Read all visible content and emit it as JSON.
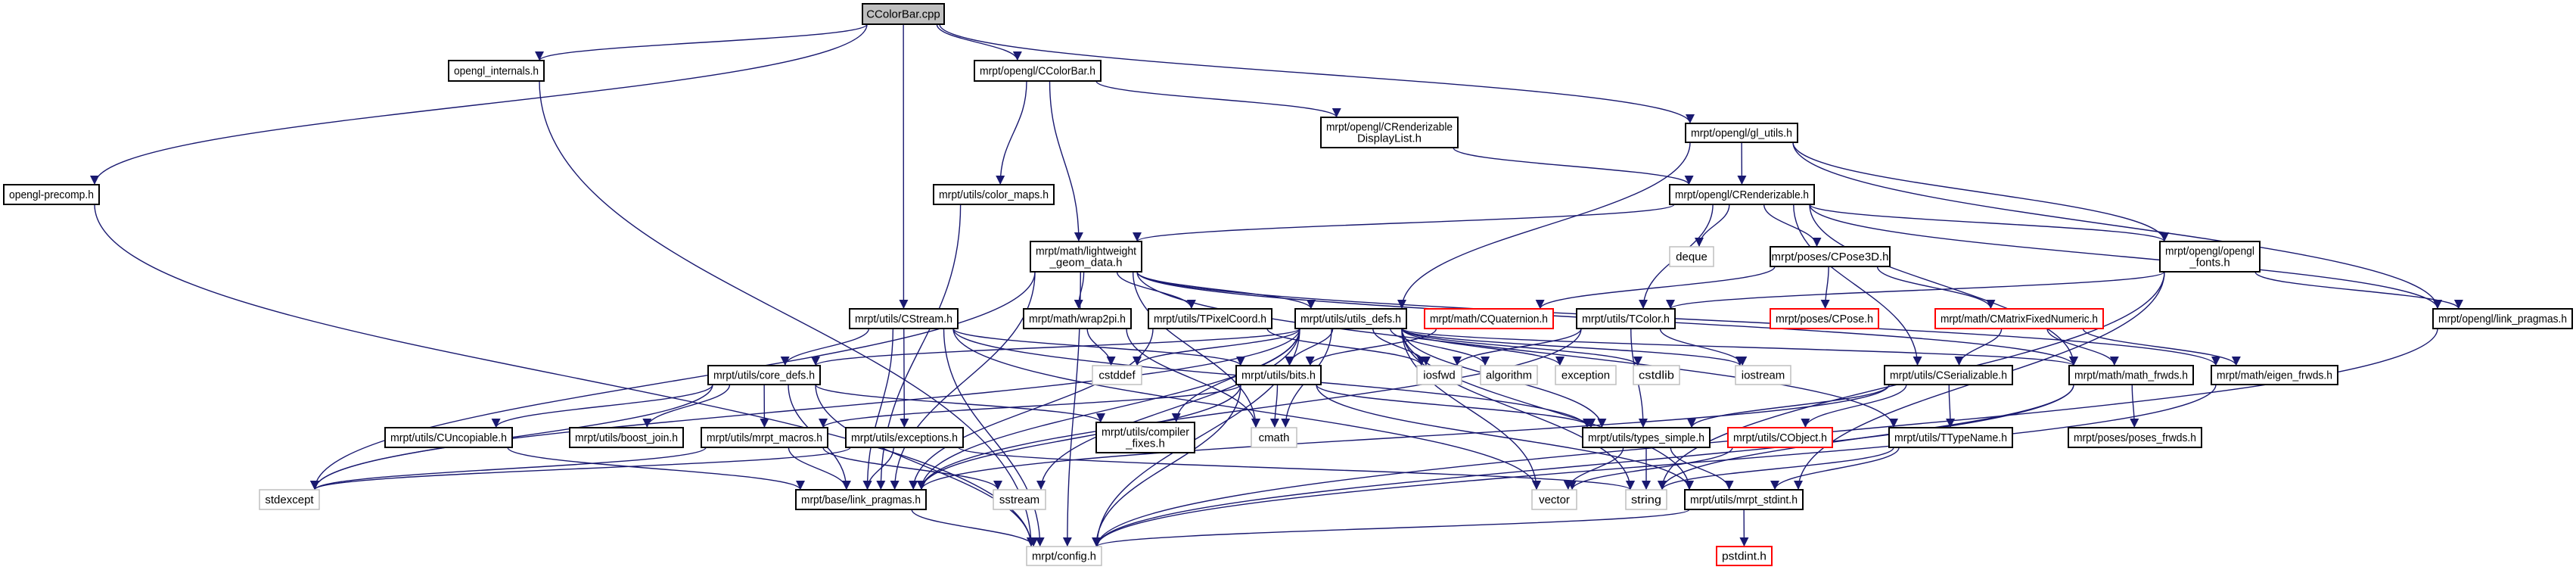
{
  "title": "CColorBar.cpp",
  "colors": {
    "edge": "#191970",
    "root_fill": "#bfbfbf",
    "normal_border": "#000000",
    "external_border": "#bfbfbf",
    "missing_border": "#ff0000"
  },
  "nodes": [
    {
      "id": "root",
      "kind": "root",
      "lines": [
        "CColorBar.cpp"
      ]
    },
    {
      "id": "opengl_internals",
      "kind": "normal",
      "lines": [
        "opengl_internals.h"
      ]
    },
    {
      "id": "CColorBar_h",
      "kind": "normal",
      "lines": [
        "mrpt/opengl/CColorBar.h"
      ]
    },
    {
      "id": "CRenderizableDisplayList",
      "kind": "normal",
      "lines": [
        "mrpt/opengl/CRenderizable",
        "DisplayList.h"
      ]
    },
    {
      "id": "gl_utils",
      "kind": "normal",
      "lines": [
        "mrpt/opengl/gl_utils.h"
      ]
    },
    {
      "id": "opengl_precomp",
      "kind": "normal",
      "lines": [
        "opengl-precomp.h"
      ]
    },
    {
      "id": "color_maps",
      "kind": "normal",
      "lines": [
        "mrpt/utils/color_maps.h"
      ]
    },
    {
      "id": "CRenderizable",
      "kind": "normal",
      "lines": [
        "mrpt/opengl/CRenderizable.h"
      ]
    },
    {
      "id": "lightweight",
      "kind": "normal",
      "lines": [
        "mrpt/math/lightweight",
        "_geom_data.h"
      ]
    },
    {
      "id": "deque",
      "kind": "external",
      "lines": [
        "deque"
      ]
    },
    {
      "id": "CPose3D",
      "kind": "normal",
      "lines": [
        "mrpt/poses/CPose3D.h"
      ]
    },
    {
      "id": "opengl_fonts",
      "kind": "normal",
      "lines": [
        "mrpt/opengl/opengl",
        "_fonts.h"
      ]
    },
    {
      "id": "CStream",
      "kind": "normal",
      "lines": [
        "mrpt/utils/CStream.h"
      ]
    },
    {
      "id": "wrap2pi",
      "kind": "normal",
      "lines": [
        "mrpt/math/wrap2pi.h"
      ]
    },
    {
      "id": "TPixelCoord",
      "kind": "normal",
      "lines": [
        "mrpt/utils/TPixelCoord.h"
      ]
    },
    {
      "id": "utils_defs",
      "kind": "normal",
      "lines": [
        "mrpt/utils/utils_defs.h"
      ]
    },
    {
      "id": "CQuaternion",
      "kind": "missing",
      "lines": [
        "mrpt/math/CQuaternion.h"
      ]
    },
    {
      "id": "TColor",
      "kind": "normal",
      "lines": [
        "mrpt/utils/TColor.h"
      ]
    },
    {
      "id": "CPose",
      "kind": "missing",
      "lines": [
        "mrpt/poses/CPose.h"
      ]
    },
    {
      "id": "CMatrixFixedNumeric",
      "kind": "missing",
      "lines": [
        "mrpt/math/CMatrixFixedNumeric.h"
      ]
    },
    {
      "id": "opengl_link_pragmas",
      "kind": "normal",
      "lines": [
        "mrpt/opengl/link_pragmas.h"
      ]
    },
    {
      "id": "core_defs",
      "kind": "normal",
      "lines": [
        "mrpt/utils/core_defs.h"
      ]
    },
    {
      "id": "cstddef",
      "kind": "external",
      "lines": [
        "cstddef"
      ]
    },
    {
      "id": "bits",
      "kind": "normal",
      "lines": [
        "mrpt/utils/bits.h"
      ]
    },
    {
      "id": "iosfwd",
      "kind": "external",
      "lines": [
        "iosfwd"
      ]
    },
    {
      "id": "algorithm",
      "kind": "external",
      "lines": [
        "algorithm"
      ]
    },
    {
      "id": "exception",
      "kind": "external",
      "lines": [
        "exception"
      ]
    },
    {
      "id": "cstdlib",
      "kind": "external",
      "lines": [
        "cstdlib"
      ]
    },
    {
      "id": "iostream",
      "kind": "external",
      "lines": [
        "iostream"
      ]
    },
    {
      "id": "CSerializable",
      "kind": "normal",
      "lines": [
        "mrpt/utils/CSerializable.h"
      ]
    },
    {
      "id": "math_frwds",
      "kind": "normal",
      "lines": [
        "mrpt/math/math_frwds.h"
      ]
    },
    {
      "id": "eigen_frwds",
      "kind": "normal",
      "lines": [
        "mrpt/math/eigen_frwds.h"
      ]
    },
    {
      "id": "CUncopiable",
      "kind": "normal",
      "lines": [
        "mrpt/utils/CUncopiable.h"
      ]
    },
    {
      "id": "boost_join",
      "kind": "normal",
      "lines": [
        "mrpt/utils/boost_join.h"
      ]
    },
    {
      "id": "mrpt_macros",
      "kind": "normal",
      "lines": [
        "mrpt/utils/mrpt_macros.h"
      ]
    },
    {
      "id": "exceptions",
      "kind": "normal",
      "lines": [
        "mrpt/utils/exceptions.h"
      ]
    },
    {
      "id": "compiler_fixes",
      "kind": "normal",
      "lines": [
        "mrpt/utils/compiler",
        "_fixes.h"
      ]
    },
    {
      "id": "cmath",
      "kind": "external",
      "lines": [
        "cmath"
      ]
    },
    {
      "id": "types_simple",
      "kind": "normal",
      "lines": [
        "mrpt/utils/types_simple.h"
      ]
    },
    {
      "id": "CObject",
      "kind": "missing",
      "lines": [
        "mrpt/utils/CObject.h"
      ]
    },
    {
      "id": "TTypeName",
      "kind": "normal",
      "lines": [
        "mrpt/utils/TTypeName.h"
      ]
    },
    {
      "id": "poses_frwds",
      "kind": "normal",
      "lines": [
        "mrpt/poses/poses_frwds.h"
      ]
    },
    {
      "id": "stdexcept",
      "kind": "external",
      "lines": [
        "stdexcept"
      ]
    },
    {
      "id": "base_link_pragmas",
      "kind": "normal",
      "lines": [
        "mrpt/base/link_pragmas.h"
      ]
    },
    {
      "id": "sstream",
      "kind": "external",
      "lines": [
        "sstream"
      ]
    },
    {
      "id": "vector",
      "kind": "external",
      "lines": [
        "vector"
      ]
    },
    {
      "id": "string",
      "kind": "external",
      "lines": [
        "string"
      ]
    },
    {
      "id": "mrpt_stdint",
      "kind": "normal",
      "lines": [
        "mrpt/utils/mrpt_stdint.h"
      ]
    },
    {
      "id": "config",
      "kind": "external",
      "lines": [
        "mrpt/config.h"
      ]
    },
    {
      "id": "pstdint",
      "kind": "missing",
      "lines": [
        "pstdint.h"
      ]
    }
  ],
  "edges": [
    [
      "root",
      "opengl_precomp"
    ],
    [
      "root",
      "opengl_internals"
    ],
    [
      "root",
      "CColorBar_h"
    ],
    [
      "root",
      "gl_utils"
    ],
    [
      "root",
      "CStream"
    ],
    [
      "opengl_precomp",
      "config"
    ],
    [
      "opengl_internals",
      "config"
    ],
    [
      "CColorBar_h",
      "color_maps"
    ],
    [
      "CColorBar_h",
      "lightweight"
    ],
    [
      "CColorBar_h",
      "CRenderizableDisplayList"
    ],
    [
      "color_maps",
      "base_link_pragmas"
    ],
    [
      "CRenderizableDisplayList",
      "CRenderizable"
    ],
    [
      "gl_utils",
      "CRenderizable"
    ],
    [
      "gl_utils",
      "utils_defs"
    ],
    [
      "gl_utils",
      "opengl_fonts"
    ],
    [
      "gl_utils",
      "opengl_link_pragmas"
    ],
    [
      "CRenderizable",
      "lightweight"
    ],
    [
      "CRenderizable",
      "deque"
    ],
    [
      "CRenderizable",
      "CPose3D"
    ],
    [
      "CRenderizable",
      "TColor"
    ],
    [
      "CRenderizable",
      "opengl_fonts"
    ],
    [
      "CRenderizable",
      "opengl_link_pragmas"
    ],
    [
      "CRenderizable",
      "CSerializable"
    ],
    [
      "CRenderizable",
      "math_frwds"
    ],
    [
      "lightweight",
      "wrap2pi"
    ],
    [
      "lightweight",
      "TPixelCoord"
    ],
    [
      "lightweight",
      "utils_defs"
    ],
    [
      "lightweight",
      "cmath"
    ],
    [
      "lightweight",
      "stdexcept"
    ],
    [
      "lightweight",
      "config"
    ],
    [
      "lightweight",
      "base_link_pragmas"
    ],
    [
      "lightweight",
      "math_frwds"
    ],
    [
      "lightweight",
      "eigen_frwds"
    ],
    [
      "lightweight",
      "TTypeName"
    ],
    [
      "CPose3D",
      "CQuaternion"
    ],
    [
      "CPose3D",
      "CPose"
    ],
    [
      "CPose3D",
      "CMatrixFixedNumeric"
    ],
    [
      "opengl_fonts",
      "TColor"
    ],
    [
      "opengl_fonts",
      "opengl_link_pragmas"
    ],
    [
      "opengl_fonts",
      "string"
    ],
    [
      "opengl_fonts",
      "mrpt_stdint"
    ],
    [
      "opengl_link_pragmas",
      "config"
    ],
    [
      "CStream",
      "core_defs"
    ],
    [
      "CStream",
      "exceptions"
    ],
    [
      "CStream",
      "base_link_pragmas"
    ],
    [
      "CStream",
      "types_simple"
    ],
    [
      "CStream",
      "vector"
    ],
    [
      "CStream",
      "config"
    ],
    [
      "CStream",
      "bits"
    ],
    [
      "wrap2pi",
      "cstddef"
    ],
    [
      "wrap2pi",
      "cmath"
    ],
    [
      "TPixelCoord",
      "base_link_pragmas"
    ],
    [
      "TPixelCoord",
      "iosfwd"
    ],
    [
      "utils_defs",
      "core_defs"
    ],
    [
      "utils_defs",
      "cstddef"
    ],
    [
      "utils_defs",
      "bits"
    ],
    [
      "utils_defs",
      "cmath"
    ],
    [
      "utils_defs",
      "iosfwd"
    ],
    [
      "utils_defs",
      "algorithm"
    ],
    [
      "utils_defs",
      "exception"
    ],
    [
      "utils_defs",
      "cstdlib"
    ],
    [
      "utils_defs",
      "iostream"
    ],
    [
      "utils_defs",
      "types_simple"
    ],
    [
      "utils_defs",
      "vector"
    ],
    [
      "utils_defs",
      "string"
    ],
    [
      "utils_defs",
      "sstream"
    ],
    [
      "utils_defs",
      "stdexcept"
    ],
    [
      "utils_defs",
      "base_link_pragmas"
    ],
    [
      "utils_defs",
      "config"
    ],
    [
      "utils_defs",
      "compiler_fixes"
    ],
    [
      "utils_defs",
      "math_frwds"
    ],
    [
      "utils_defs",
      "mrpt_stdint"
    ],
    [
      "CQuaternion",
      "bits"
    ],
    [
      "TColor",
      "iosfwd"
    ],
    [
      "TColor",
      "iostream"
    ],
    [
      "TColor",
      "types_simple"
    ],
    [
      "TColor",
      "base_link_pragmas"
    ],
    [
      "CMatrixFixedNumeric",
      "CSerializable"
    ],
    [
      "CMatrixFixedNumeric",
      "math_frwds"
    ],
    [
      "CMatrixFixedNumeric",
      "eigen_frwds"
    ],
    [
      "core_defs",
      "mrpt_macros"
    ],
    [
      "core_defs",
      "CUncopiable"
    ],
    [
      "core_defs",
      "boost_join"
    ],
    [
      "core_defs",
      "compiler_fixes"
    ],
    [
      "core_defs",
      "base_link_pragmas"
    ],
    [
      "core_defs",
      "stdexcept"
    ],
    [
      "core_defs",
      "config"
    ],
    [
      "bits",
      "mrpt_macros"
    ],
    [
      "bits",
      "cmath"
    ],
    [
      "bits",
      "base_link_pragmas"
    ],
    [
      "bits",
      "config"
    ],
    [
      "bits",
      "mrpt_stdint"
    ],
    [
      "bits",
      "types_simple"
    ],
    [
      "CSerializable",
      "CObject"
    ],
    [
      "CSerializable",
      "TTypeName"
    ],
    [
      "CSerializable",
      "types_simple"
    ],
    [
      "CSerializable",
      "base_link_pragmas"
    ],
    [
      "math_frwds",
      "poses_frwds"
    ],
    [
      "math_frwds",
      "config"
    ],
    [
      "math_frwds",
      "string"
    ],
    [
      "eigen_frwds",
      "config"
    ],
    [
      "CUncopiable",
      "base_link_pragmas"
    ],
    [
      "mrpt_macros",
      "base_link_pragmas"
    ],
    [
      "mrpt_macros",
      "sstream"
    ],
    [
      "mrpt_macros",
      "stdexcept"
    ],
    [
      "exceptions",
      "stdexcept"
    ],
    [
      "exceptions",
      "string"
    ],
    [
      "exceptions",
      "base_link_pragmas"
    ],
    [
      "types_simple",
      "vector"
    ],
    [
      "types_simple",
      "string"
    ],
    [
      "types_simple",
      "mrpt_stdint"
    ],
    [
      "CObject",
      "vector"
    ],
    [
      "TTypeName",
      "string"
    ],
    [
      "TTypeName",
      "mrpt_stdint"
    ],
    [
      "mrpt_stdint",
      "pstdint"
    ],
    [
      "mrpt_stdint",
      "config"
    ],
    [
      "base_link_pragmas",
      "config"
    ]
  ]
}
